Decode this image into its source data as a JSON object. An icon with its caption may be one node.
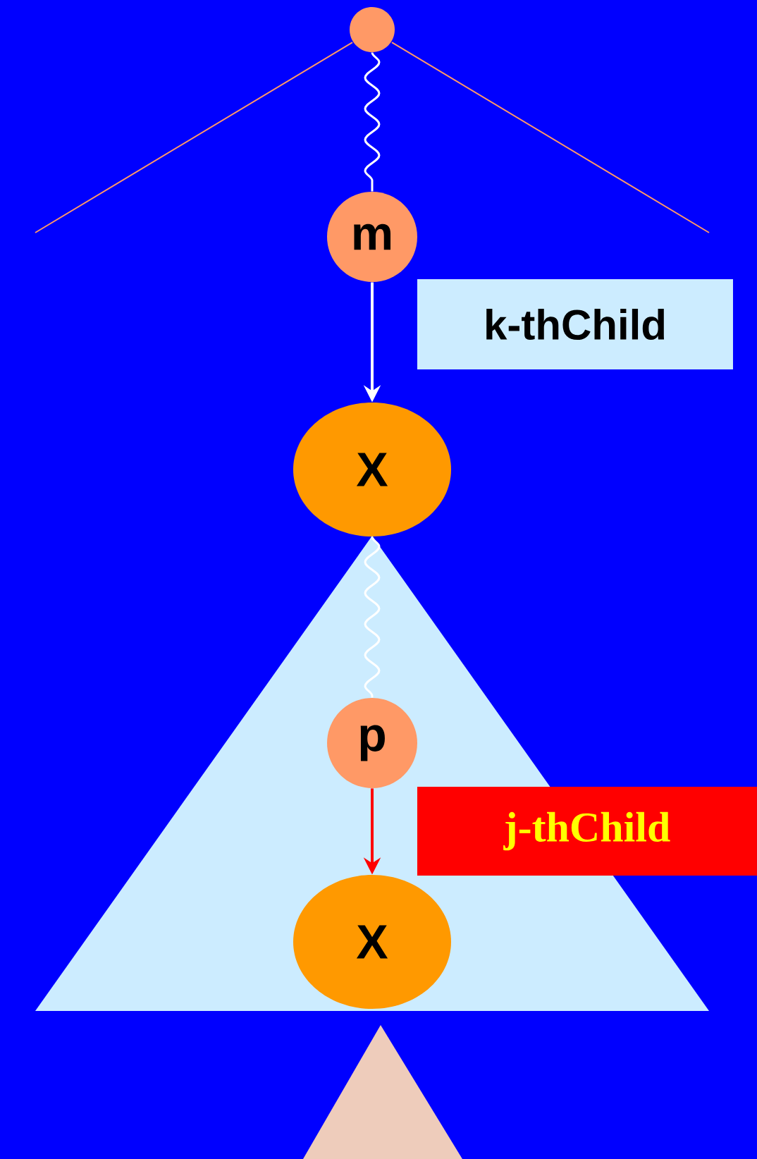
{
  "diagram": {
    "nodes": [
      {
        "text": [],
        "shape": "circle"
      },
      {
        "text": [
          "m"
        ]
      },
      {
        "text": [
          "k-thChild"
        ]
      },
      {
        "text": [
          "X"
        ]
      },
      {
        "text": [],
        "shape": "triangle"
      },
      {
        "text": [
          "p"
        ],
        "in": 4
      },
      {
        "text": [
          "j-thChild"
        ]
      },
      {
        "text": [
          "X"
        ],
        "in": 4
      },
      {
        "text": [],
        "shape": "triangle"
      }
    ],
    "edges": [
      {
        "from": 0,
        "to": 1,
        "arrow": "none"
      },
      {
        "from": 1,
        "to": 3,
        "arrow": "to"
      },
      {
        "from": 3,
        "to": 5,
        "arrow": "none"
      },
      {
        "from": 5,
        "to": 7,
        "arrow": "to",
        "color": "#ff0000"
      }
    ]
  }
}
